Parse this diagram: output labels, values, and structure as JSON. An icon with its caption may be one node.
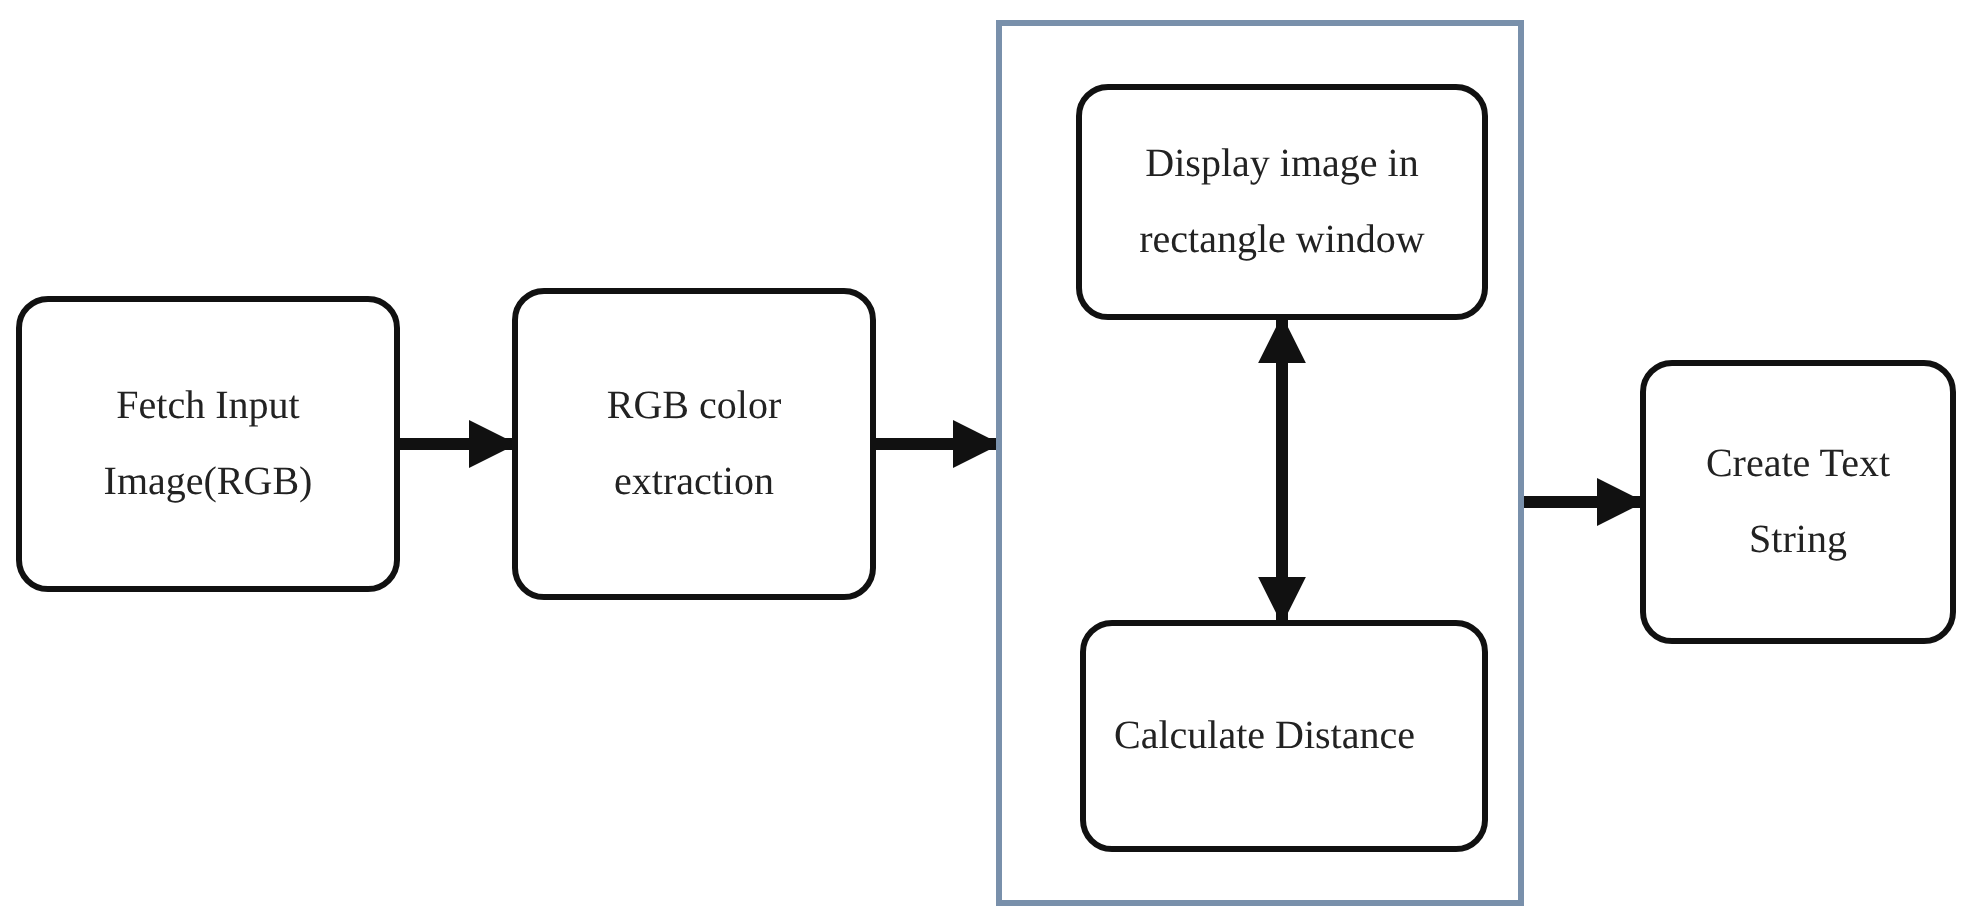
{
  "diagram": {
    "nodes": [
      {
        "text": [
          "Fetch Input Image(RGB)"
        ]
      },
      {
        "text": [
          "RGB color extraction"
        ]
      },
      {
        "text": [],
        "shape": "box"
      },
      {
        "text": [
          "Display image in rectangle window"
        ],
        "in": 2
      },
      {
        "text": [
          "Calculate Distance"
        ],
        "in": 2
      },
      {
        "text": [
          "Create Text String"
        ]
      }
    ],
    "edges": [
      {
        "from": 0,
        "to": 1,
        "arrow": "to"
      },
      {
        "from": 1,
        "to": 2,
        "arrow": "to"
      },
      {
        "from": 3,
        "to": 4,
        "arrow": "both"
      },
      {
        "from": 2,
        "to": 5,
        "arrow": "to"
      }
    ]
  }
}
